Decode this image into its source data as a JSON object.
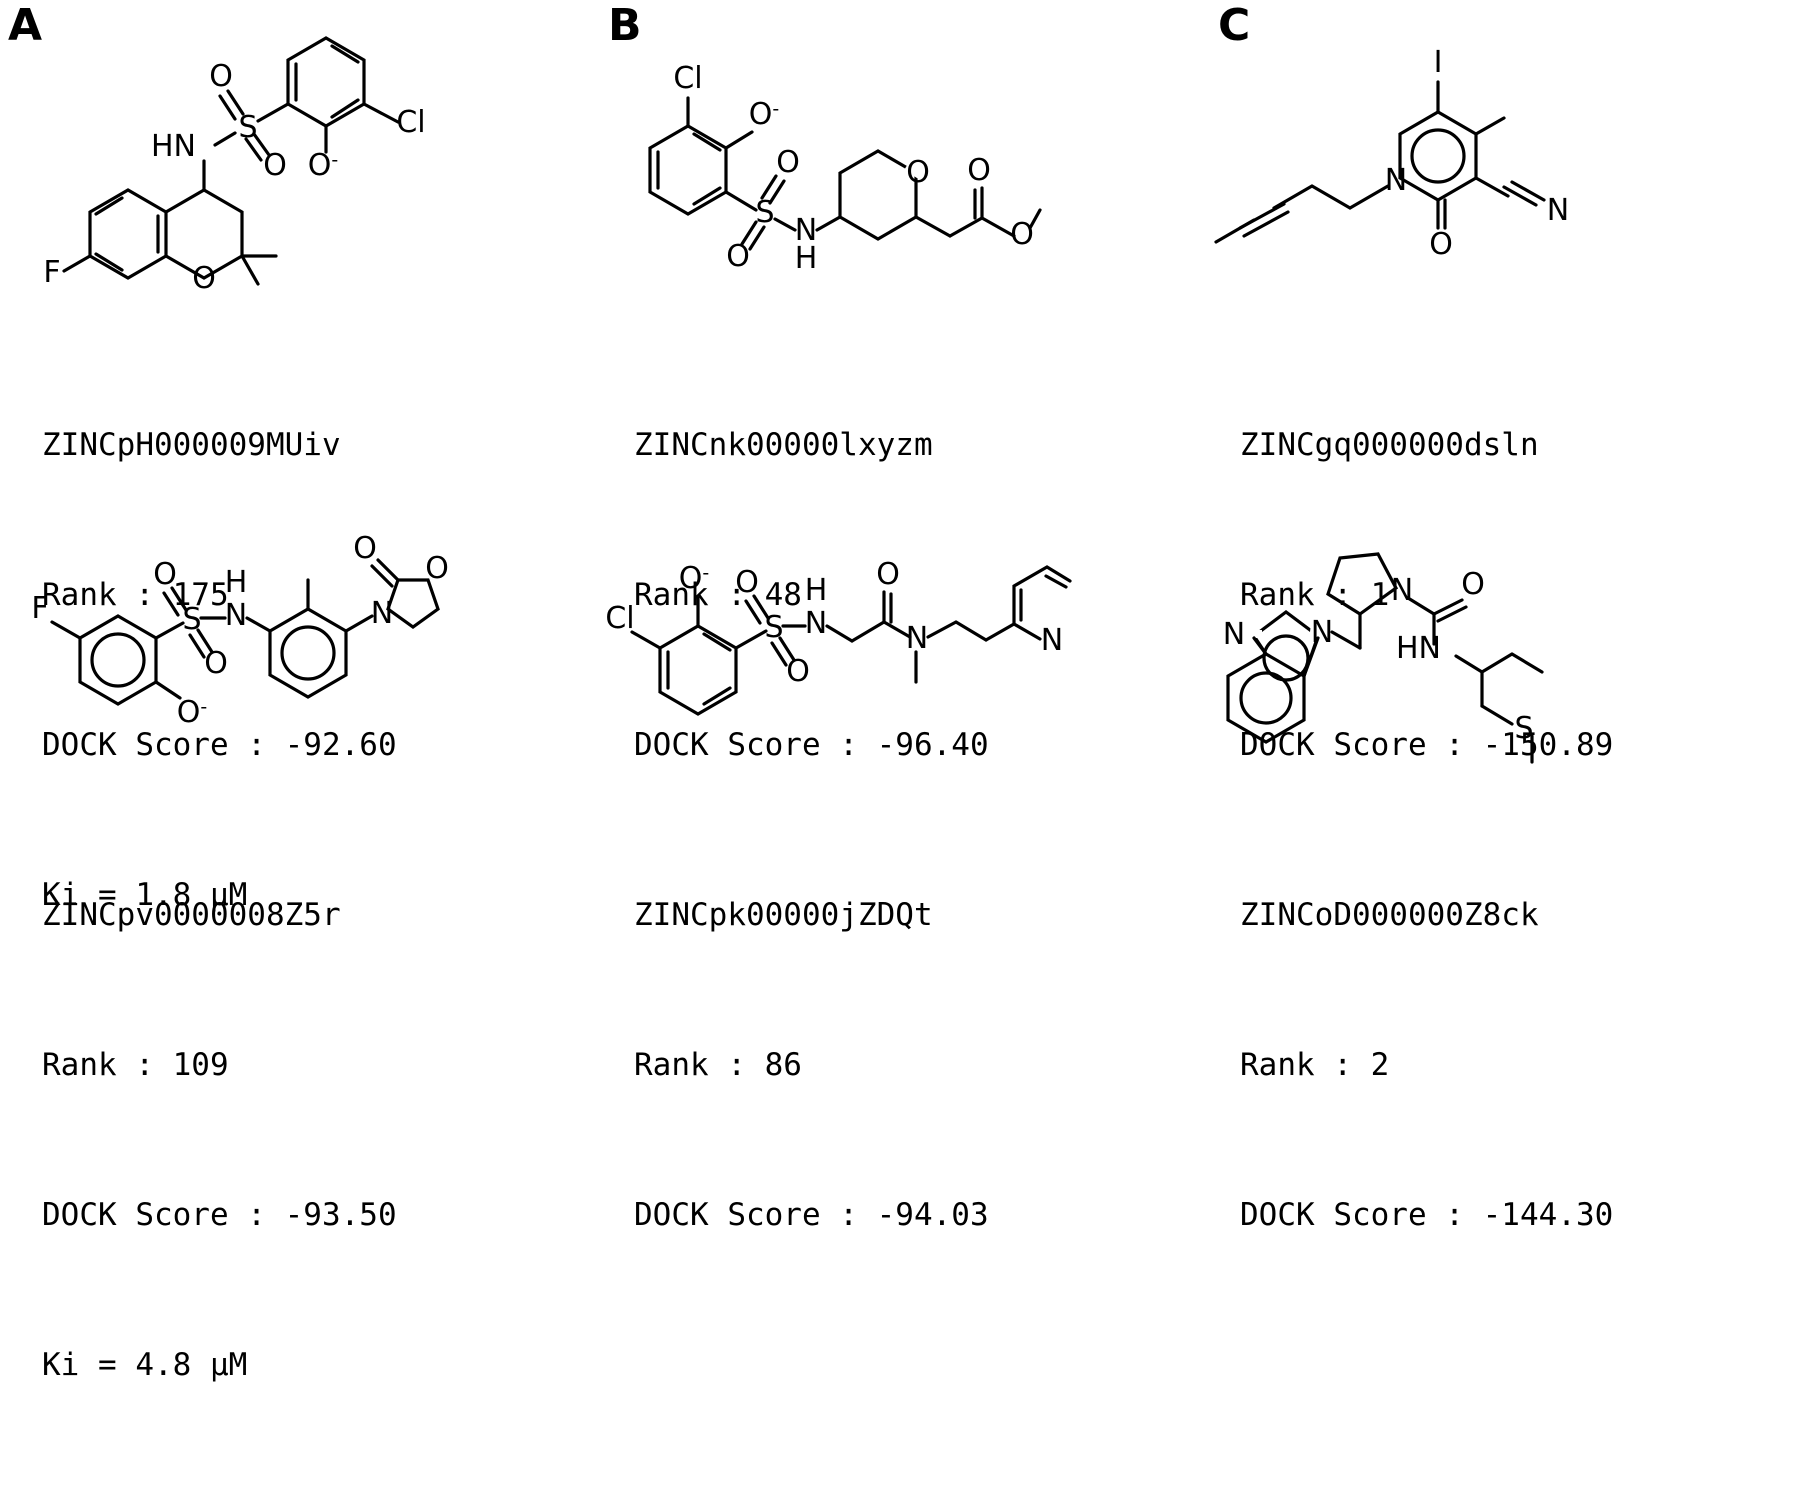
{
  "figure": {
    "background": "#ffffff",
    "line_color": "#000000",
    "panels": [
      {
        "letter": "A",
        "molecules": [
          {
            "id": "ZINCpH000009MUiv",
            "rank_label": "Rank : 175",
            "dock_label": "DOCK Score : -92.60",
            "ki_label": "Ki = 1.8 μM",
            "atom_labels": [
              "F",
              "O",
              "HN",
              "S",
              "O",
              "O",
              "O⁻",
              "Cl"
            ]
          },
          {
            "id": "ZINCpv0000008Z5r",
            "rank_label": "Rank : 109",
            "dock_label": "DOCK Score : -93.50",
            "ki_label": "Ki = 4.8 μM",
            "atom_labels": [
              "F",
              "O⁻",
              "S",
              "O",
              "O",
              "H",
              "N",
              "N",
              "O",
              "O"
            ]
          }
        ]
      },
      {
        "letter": "B",
        "molecules": [
          {
            "id": "ZINCnk00000lxyzm",
            "rank_label": "Rank : 48",
            "dock_label": "DOCK Score : -96.40",
            "ki_label": "",
            "atom_labels": [
              "Cl",
              "O⁻",
              "S",
              "O",
              "O",
              "N",
              "H",
              "O",
              "O",
              "O"
            ]
          },
          {
            "id": "ZINCpk00000jZDQt",
            "rank_label": "Rank : 86",
            "dock_label": "DOCK Score : -94.03",
            "ki_label": "",
            "atom_labels": [
              "Cl",
              "O⁻",
              "S",
              "O",
              "O",
              "H",
              "N",
              "O",
              "N",
              "N"
            ]
          }
        ]
      },
      {
        "letter": "C",
        "molecules": [
          {
            "id": "ZINCgq000000dsln",
            "rank_label": "Rank : 1",
            "dock_label": "DOCK Score : -150.89",
            "ki_label": "",
            "atom_labels": [
              "I",
              "N",
              "O",
              "N"
            ]
          },
          {
            "id": "ZINCoD000000Z8ck",
            "rank_label": "Rank : 2",
            "dock_label": "DOCK Score : -144.30",
            "ki_label": "",
            "atom_labels": [
              "N",
              "N",
              "N",
              "O",
              "HN",
              "S"
            ]
          }
        ]
      }
    ]
  }
}
